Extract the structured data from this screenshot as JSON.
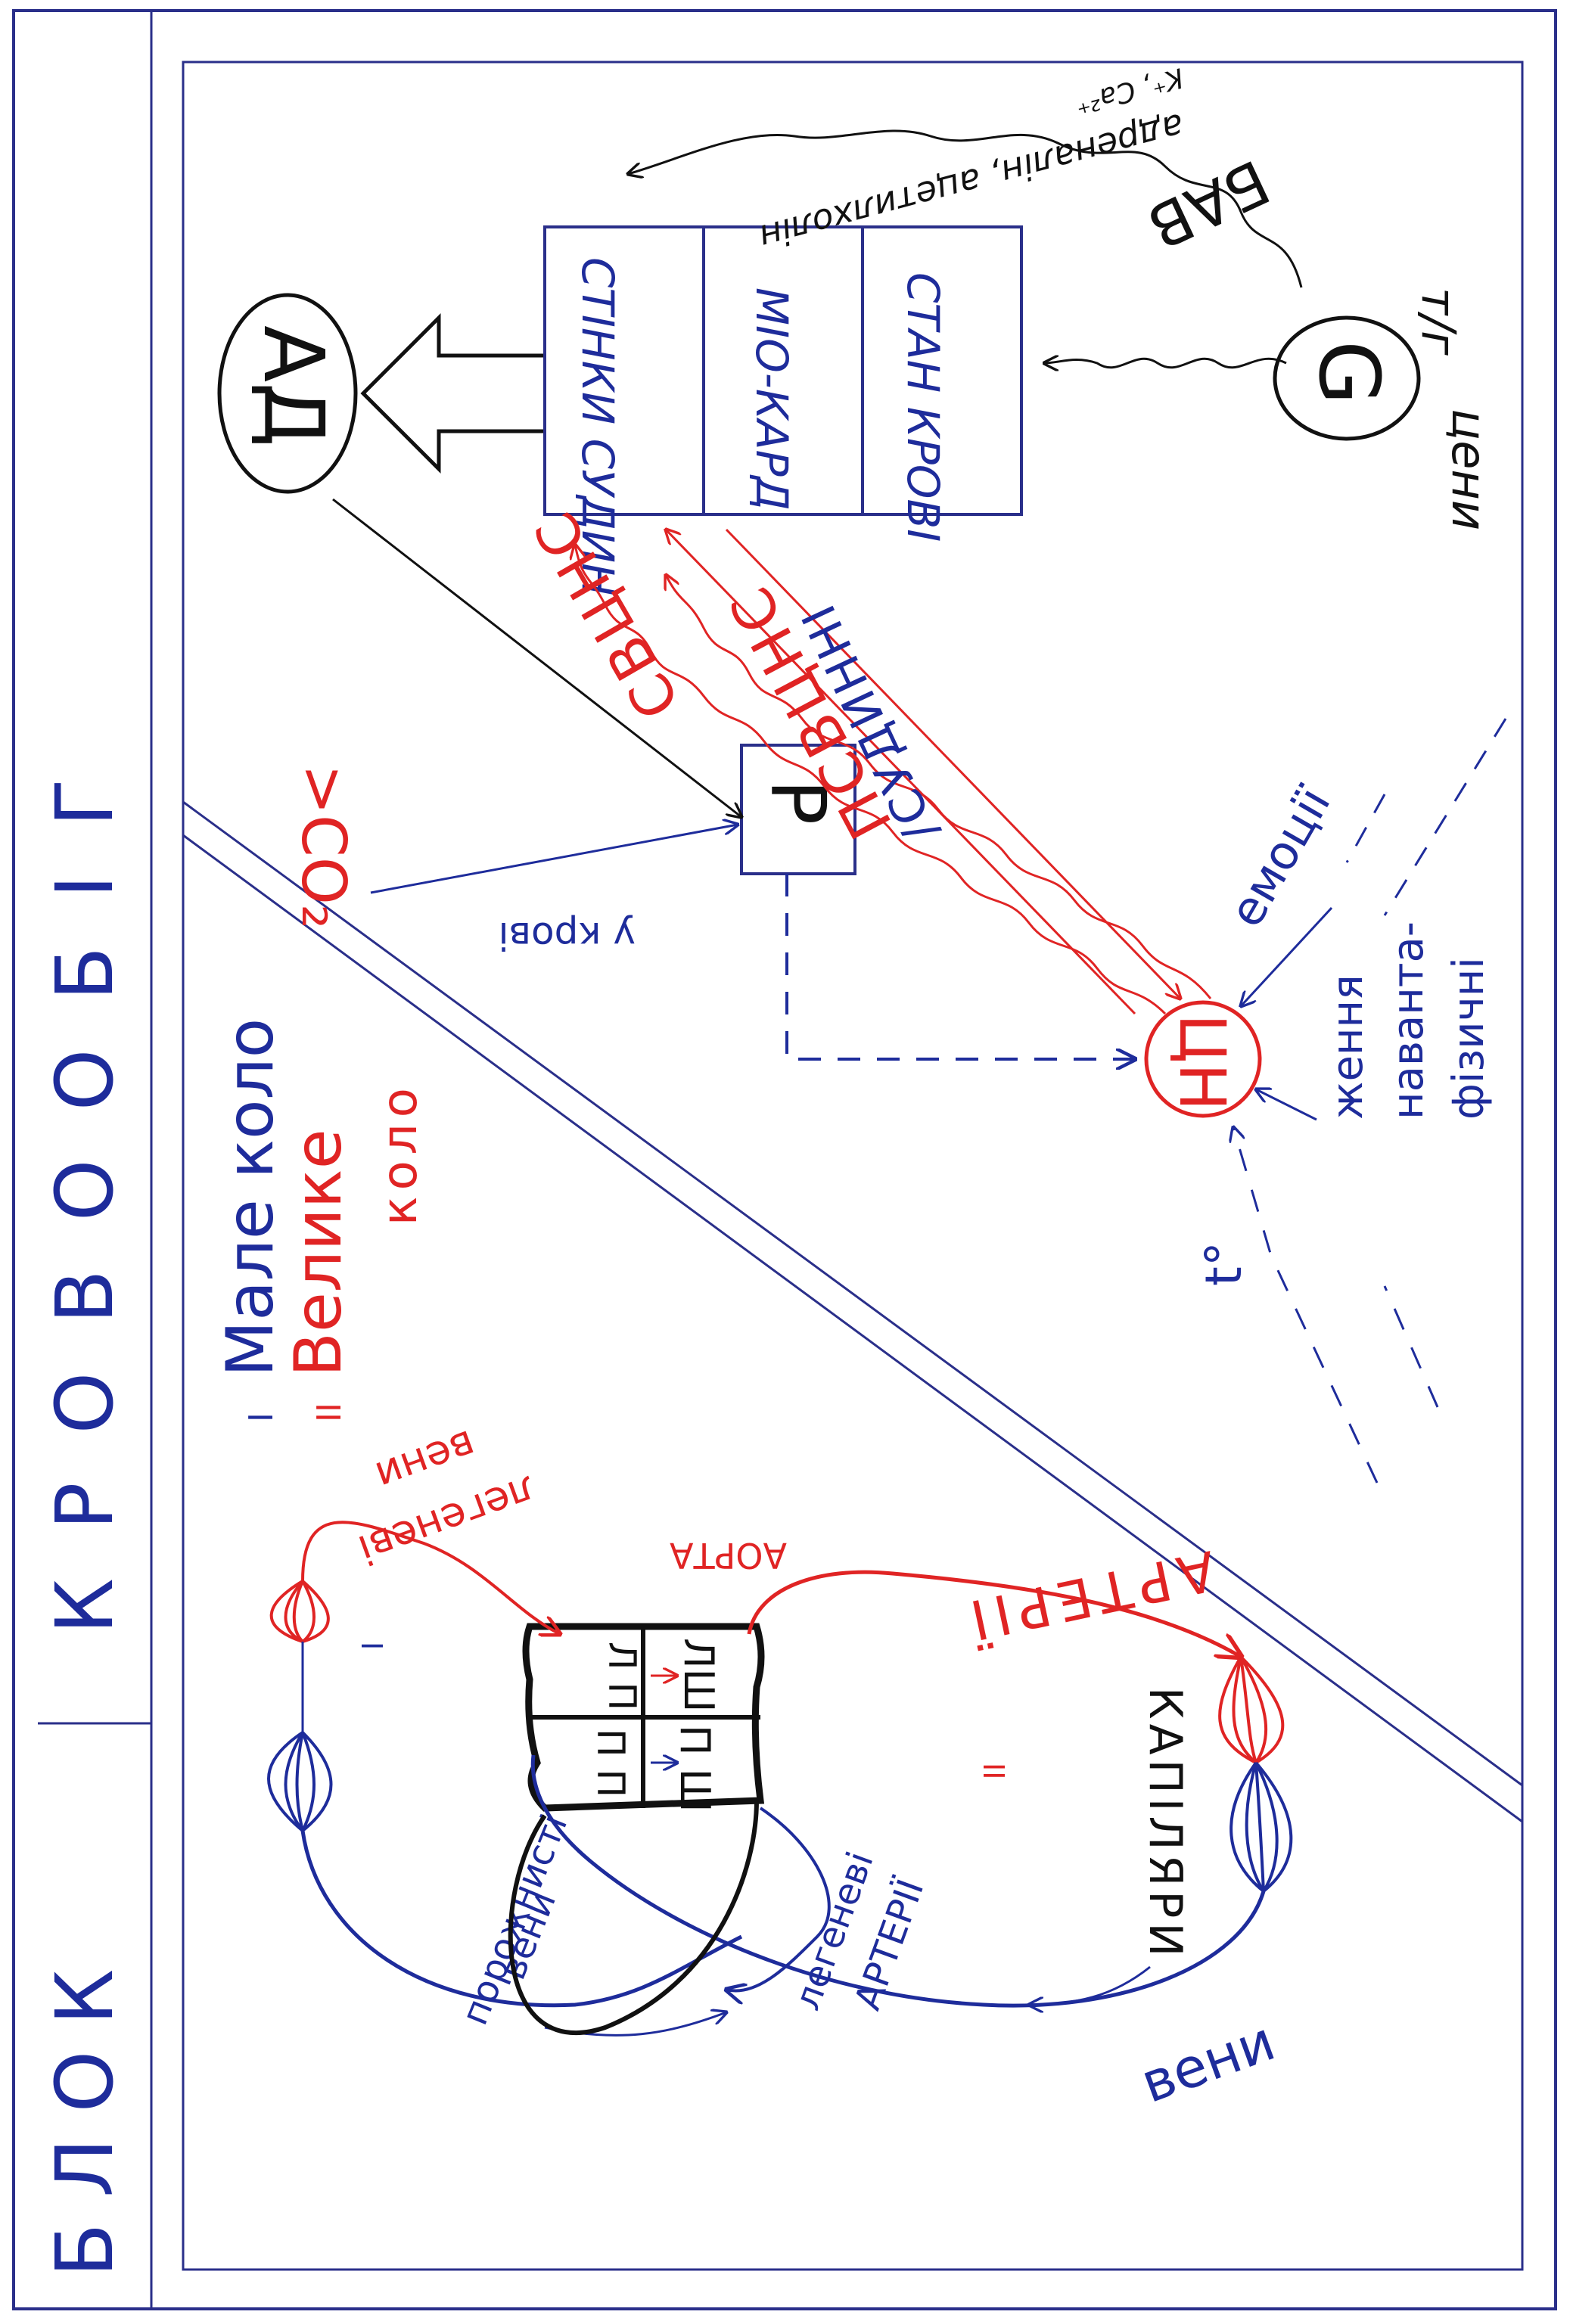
{
  "title": {
    "word1": "БЛОК",
    "word2": "КРОВООБІГ"
  },
  "legend": {
    "numeral_small": "І",
    "small_circle": "Мале коло",
    "numeral_big": "ІІ",
    "big_circle_1": "Велике",
    "big_circle_2": "коло"
  },
  "circulation": {
    "pulmonary_veins_1": "легеневі",
    "pulmonary_veins_2": "вени",
    "aorta": "АОРТА",
    "arteries": "АРТЕРІЇ",
    "capillaries": "КАПІЛЯРИ",
    "veins": "вени",
    "pulmonary_arteries_1": "легеневі",
    "pulmonary_arteries_2": "АРТЕРІЇ",
    "vena_cava_1": "порожнисті",
    "vena_cava_2": "вени",
    "loop_small": "І",
    "loop_big": "ІІ",
    "heart": {
      "left_atrium": "Л П",
      "left_ventricle": "ЛШ",
      "right_atrium": "П П",
      "right_ventricle": "П Ш"
    }
  },
  "regulation": {
    "pressure": "АД",
    "factors": [
      "СТІНКИ СУДИН",
      "МІО-КАРД",
      "СТАН КРОВІ"
    ],
    "hormones": "G",
    "hormone_label_1": "т/г",
    "hormone_label_2": "цени",
    "bav": "БАВ",
    "bav_list": "адреналін, ацетилхолін",
    "ions": "K⁺, Ca²⁺",
    "receptor": "Р",
    "co2": ">CO₂",
    "co2_blood": "у крові",
    "center": "ЦН",
    "sympathetic": "СВЦНС",
    "parasympathetic": "ПСВЦНС",
    "vascular": "/СУДИННІ",
    "emotions": "емоції",
    "physical_1": "фізичні",
    "physical_2": "наванта-",
    "physical_3": "ження",
    "temperature": "t°"
  },
  "colors": {
    "blue": "#1e2c9b",
    "red": "#e02424",
    "black": "#111111",
    "frame": "#2a2f8a"
  }
}
